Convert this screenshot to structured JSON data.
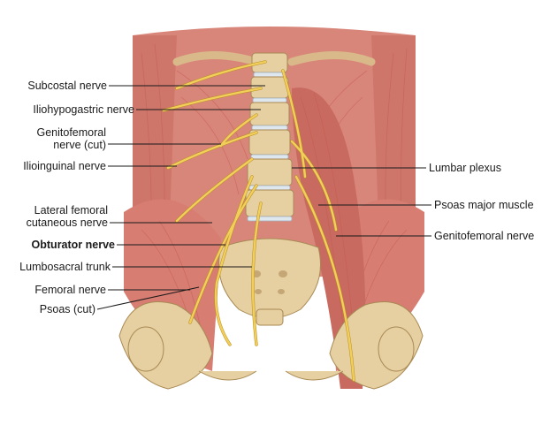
{
  "labels": {
    "subcostal": "Subcostal nerve",
    "iliohypogastric": "Iliohypogastric nerve",
    "genitofemoral_cut_1": "Genitofemoral",
    "genitofemoral_cut_2": "nerve (cut)",
    "ilioinguinal": "Ilioinguinal nerve",
    "lateral_femoral_1": "Lateral femoral",
    "lateral_femoral_2": "cutaneous nerve",
    "obturator": "Obturator nerve",
    "lumbosacral": "Lumbosacral trunk",
    "femoral": "Femoral nerve",
    "psoas_cut": "Psoas (cut)",
    "lumbar_plexus": "Lumbar plexus",
    "psoas_major": "Psoas major muscle",
    "genitofemoral": "Genitofemoral nerve"
  },
  "colors": {
    "muscle": "#d9867a",
    "muscle_dark": "#c25f55",
    "bone": "#e6cfa0",
    "nerve": "#f2cf5b",
    "disc": "#dfe7ee"
  }
}
